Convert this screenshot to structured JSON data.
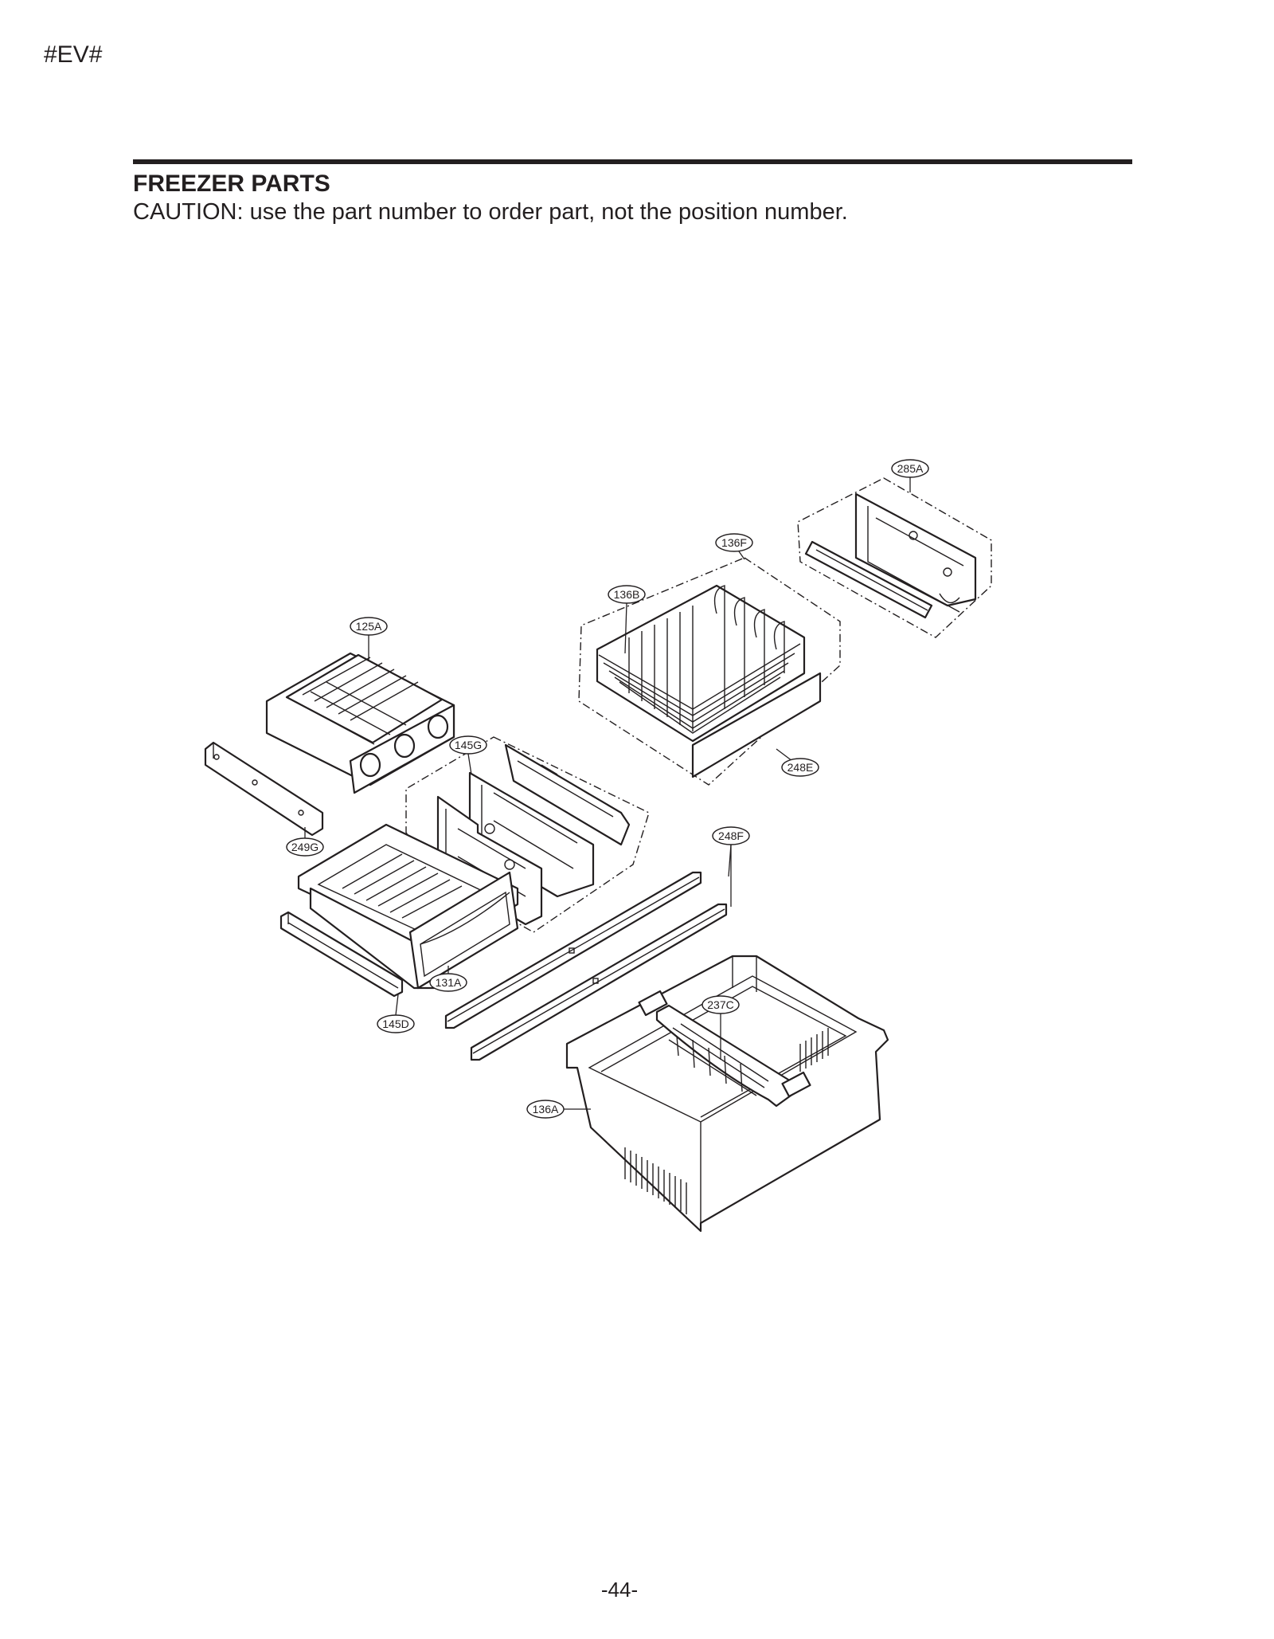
{
  "header": {
    "code": "#EV#"
  },
  "section": {
    "title": "FREEZER PARTS",
    "caution": "CAUTION: use the part number to order part, not the position number."
  },
  "callouts": {
    "c285A": "285A",
    "c136F": "136F",
    "c136B": "136B",
    "c125A": "125A",
    "c145G": "145G",
    "c248E": "248E",
    "c248F": "248F",
    "c249G": "249G",
    "c131A": "131A",
    "c145D": "145D",
    "c237C": "237C",
    "c136A": "136A"
  },
  "footer": {
    "page_number": "-44-"
  }
}
